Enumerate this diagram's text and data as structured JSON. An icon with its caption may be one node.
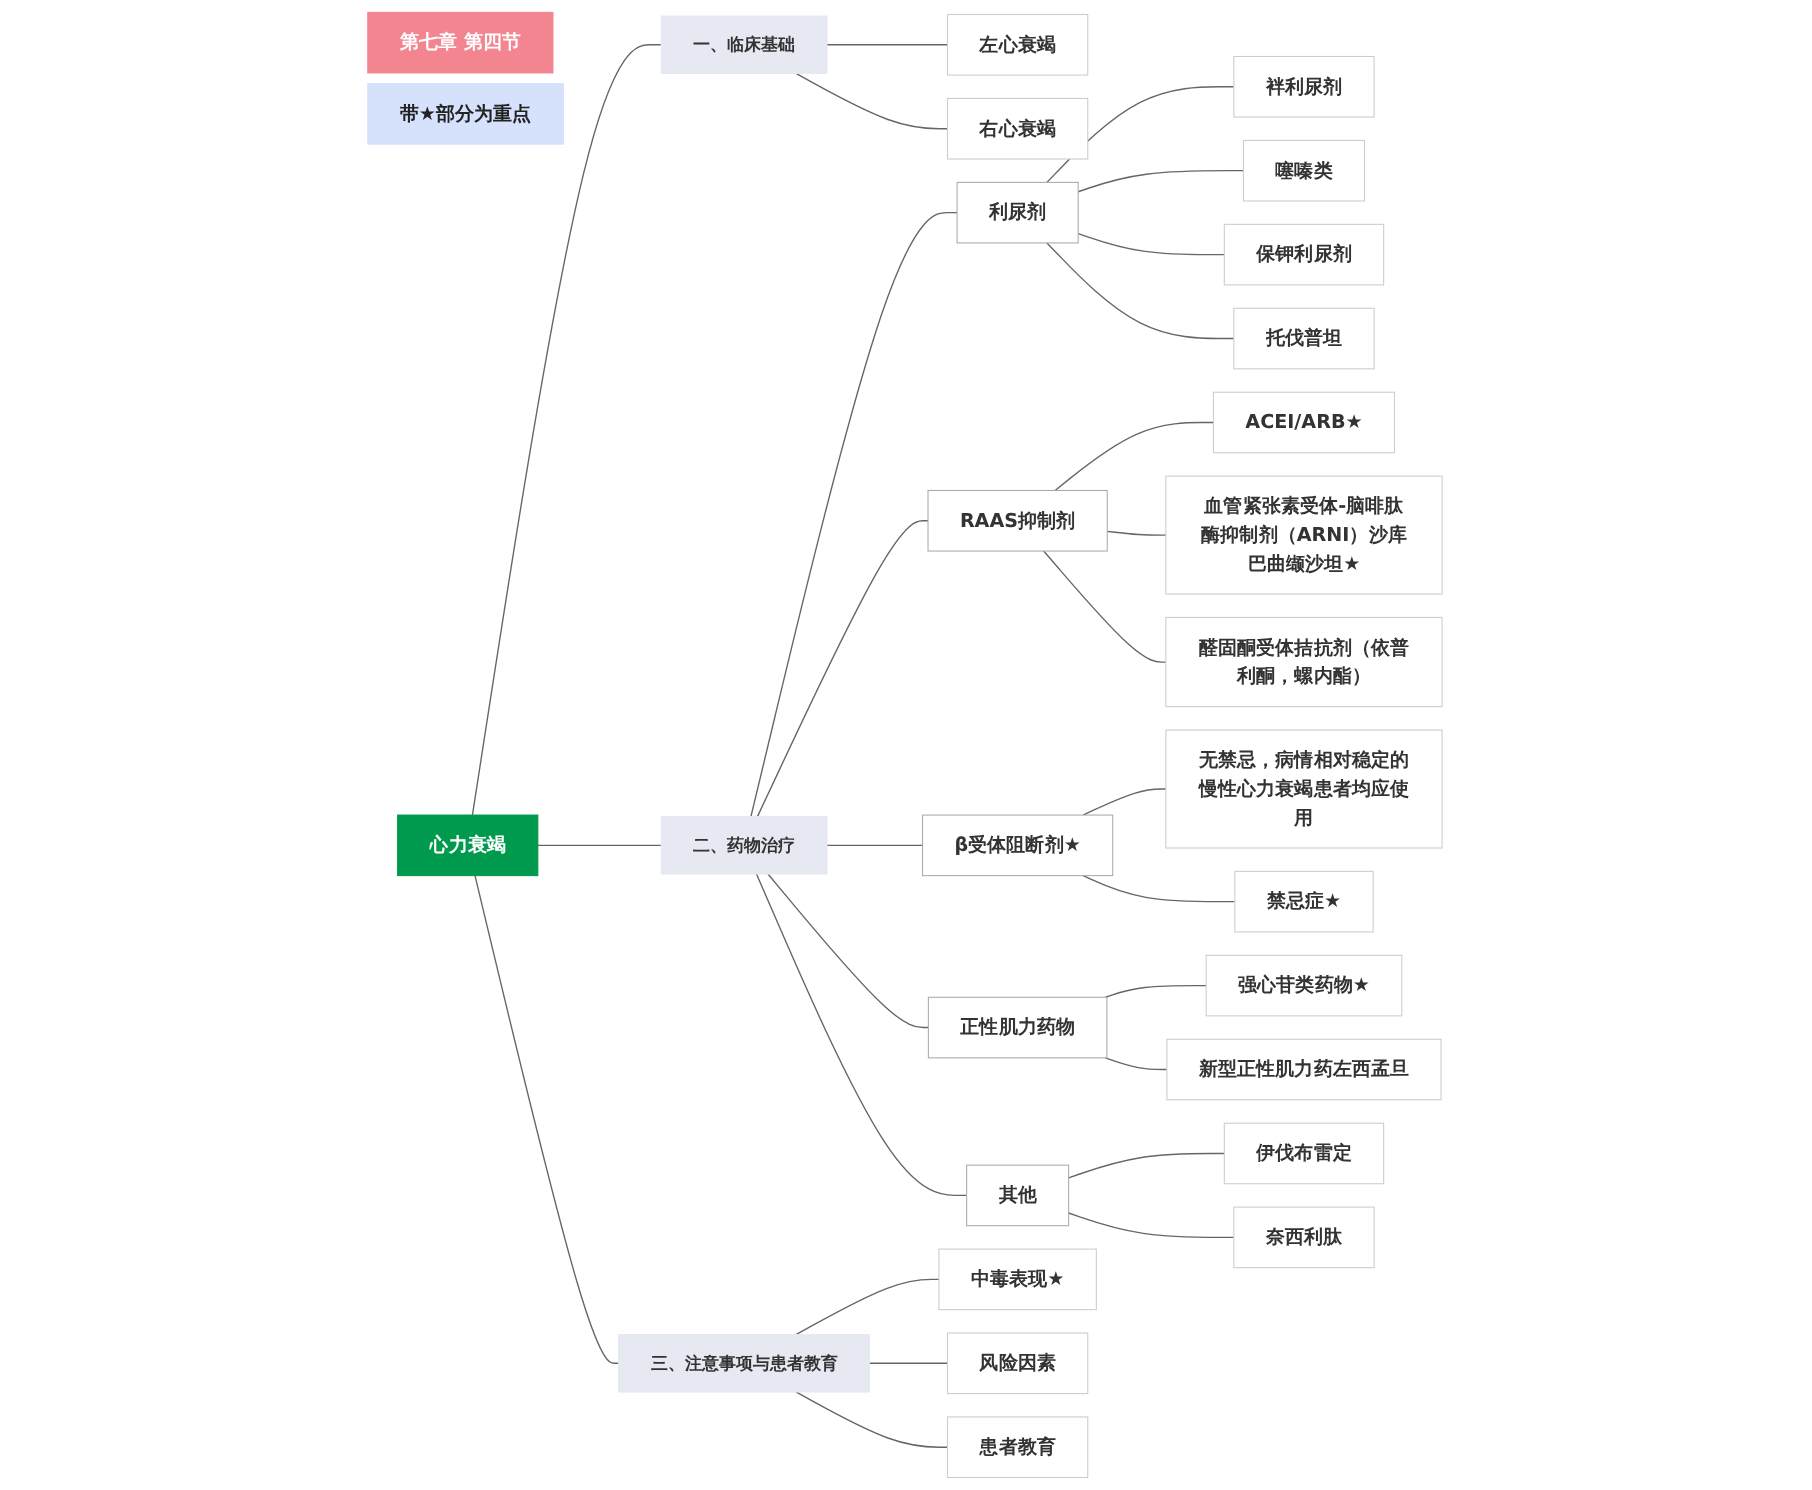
{
  "diagram": {
    "nodes": [
      {
        "text": [
          "第七章 第四节"
        ]
      },
      {
        "text": [
          "带★部分为重点"
        ]
      },
      {
        "text": [
          "心力衰竭"
        ]
      },
      {
        "text": [
          "一、临床基础"
        ]
      },
      {
        "text": [
          "左心衰竭"
        ]
      },
      {
        "text": [
          "右心衰竭"
        ]
      },
      {
        "text": [
          "二、药物治疗"
        ]
      },
      {
        "text": [
          "利尿剂"
        ]
      },
      {
        "text": [
          "袢利尿剂"
        ]
      },
      {
        "text": [
          "噻嗪类"
        ]
      },
      {
        "text": [
          "保钾利尿剂"
        ]
      },
      {
        "text": [
          "托伐普坦"
        ]
      },
      {
        "text": [
          "RAAS抑制剂"
        ]
      },
      {
        "text": [
          "ACEI/ARB★"
        ]
      },
      {
        "text": [
          "血管紧张素受体-脑啡肽酶抑制剂（ARNI）沙库巴曲缬沙坦★"
        ]
      },
      {
        "text": [
          "醛固酮受体拮抗剂（依普利酮，螺内酯）"
        ]
      },
      {
        "text": [
          "β受体阻断剂★"
        ]
      },
      {
        "text": [
          "无禁忌，病情相对稳定的慢性心力衰竭患者均应使用"
        ]
      },
      {
        "text": [
          "禁忌症★"
        ]
      },
      {
        "text": [
          "正性肌力药物"
        ]
      },
      {
        "text": [
          "强心苷类药物★"
        ]
      },
      {
        "text": [
          "新型正性肌力药左西孟旦"
        ]
      },
      {
        "text": [
          "其他"
        ]
      },
      {
        "text": [
          "伊伐布雷定"
        ]
      },
      {
        "text": [
          "奈西利肽"
        ]
      },
      {
        "text": [
          "三、注意事项与患者教育"
        ]
      },
      {
        "text": [
          "中毒表现★"
        ]
      },
      {
        "text": [
          "风险因素"
        ]
      },
      {
        "text": [
          "患者教育"
        ]
      }
    ],
    "edges": [
      {
        "from": 2,
        "to": 3,
        "arrow": "none"
      },
      {
        "from": 3,
        "to": 4,
        "arrow": "none"
      },
      {
        "from": 3,
        "to": 5,
        "arrow": "none"
      },
      {
        "from": 2,
        "to": 6,
        "arrow": "none"
      },
      {
        "from": 6,
        "to": 7,
        "arrow": "none"
      },
      {
        "from": 7,
        "to": 8,
        "arrow": "none"
      },
      {
        "from": 7,
        "to": 9,
        "arrow": "none"
      },
      {
        "from": 7,
        "to": 10,
        "arrow": "none"
      },
      {
        "from": 7,
        "to": 11,
        "arrow": "none"
      },
      {
        "from": 6,
        "to": 12,
        "arrow": "none"
      },
      {
        "from": 12,
        "to": 13,
        "arrow": "none"
      },
      {
        "from": 12,
        "to": 14,
        "arrow": "none"
      },
      {
        "from": 12,
        "to": 15,
        "arrow": "none"
      },
      {
        "from": 6,
        "to": 16,
        "arrow": "none"
      },
      {
        "from": 16,
        "to": 17,
        "arrow": "none"
      },
      {
        "from": 16,
        "to": 18,
        "arrow": "none"
      },
      {
        "from": 6,
        "to": 19,
        "arrow": "none"
      },
      {
        "from": 19,
        "to": 20,
        "arrow": "none"
      },
      {
        "from": 19,
        "to": 21,
        "arrow": "none"
      },
      {
        "from": 6,
        "to": 22,
        "arrow": "none"
      },
      {
        "from": 22,
        "to": 23,
        "arrow": "none"
      },
      {
        "from": 22,
        "to": 24,
        "arrow": "none"
      },
      {
        "from": 2,
        "to": 25,
        "arrow": "none"
      },
      {
        "from": 25,
        "to": 26,
        "arrow": "none"
      },
      {
        "from": 25,
        "to": 27,
        "arrow": "none"
      },
      {
        "from": 25,
        "to": 28,
        "arrow": "none"
      }
    ]
  }
}
